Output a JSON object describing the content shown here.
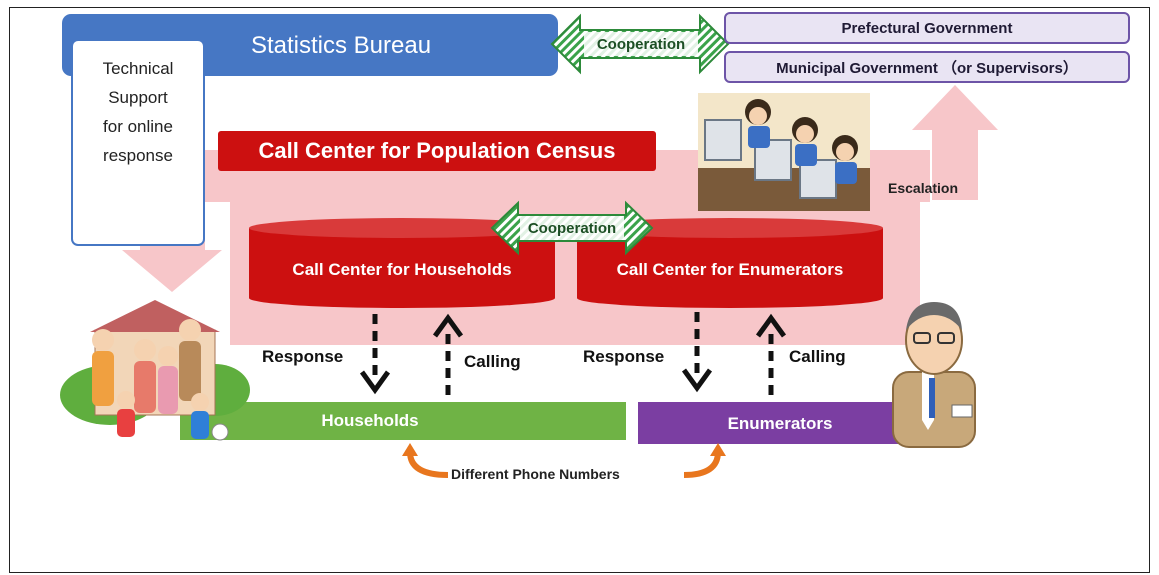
{
  "statistics_bureau": "Statistics Bureau",
  "technical_support": [
    "Technical",
    "Support",
    "for online",
    "response"
  ],
  "cooperation_top": "Cooperation",
  "prefectural_government": "Prefectural Government",
  "municipal_government": "Municipal  Government （or Supervisors）",
  "call_center_main": "Call Center for Population Census",
  "escalation": "Escalation",
  "cooperation_mid": "Cooperation",
  "call_center_households": "Call Center for Households",
  "call_center_enumerators": "Call Center for Enumerators",
  "response_left": "Response",
  "calling_left": "Calling",
  "response_right": "Response",
  "calling_right": "Calling",
  "households": "Households",
  "enumerators": "Enumerators",
  "different_phone_numbers": "Different Phone Numbers",
  "colors": {
    "blue": "#4677c4",
    "red": "#cc1010",
    "pink": "#f7c6c9",
    "green_bar": "#6fb345",
    "purple_bar": "#7b3ea2",
    "purple_box_bg": "#e9e4f3",
    "orange": "#e8761e"
  }
}
